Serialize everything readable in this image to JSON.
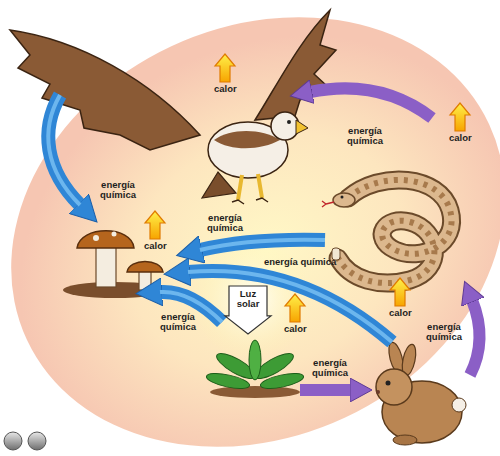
{
  "diagram": {
    "nodes": [
      {
        "text": [
          "Luz solar"
        ]
      }
    ],
    "labels": [
      "calor",
      "energía química",
      "calor",
      "energía química",
      "energía química",
      "calor",
      "energía química",
      "energía química",
      "calor",
      "calor",
      "energía química",
      "energía química"
    ]
  }
}
